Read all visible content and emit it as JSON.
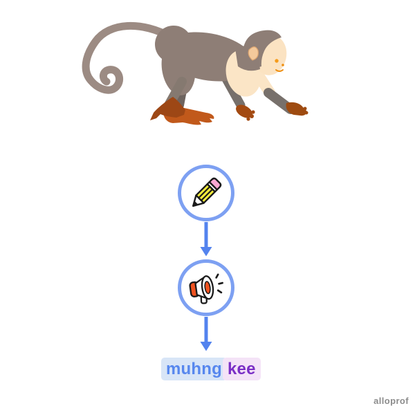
{
  "page": {
    "background": "#ffffff",
    "watermark": "alloprof"
  },
  "illustration": {
    "subject": "monkey",
    "colors": {
      "fur": "#8E7E76",
      "tail": "#9C8B83",
      "limb": "#77706B",
      "belly": "#FBE5C6",
      "face": "#FBE3C2",
      "ear": "#F3C99B",
      "feature_orange": "#F59C1C",
      "hand_foot_dark": "#9D4715",
      "foot_bright": "#C1591B"
    }
  },
  "flow": {
    "circle_border_color": "#7DA0F2",
    "arrow_color": "#5383EE",
    "steps": [
      {
        "icon": "pencil-icon",
        "pencil_body": "#F7EC3B",
        "pencil_eraser": "#F9A8D2",
        "outline": "#1a1a1a"
      },
      {
        "icon": "megaphone-icon",
        "accent": "#F0521F",
        "outline": "#1a1a1a"
      }
    ]
  },
  "pronunciation": {
    "syllables": [
      {
        "text": "muhng",
        "text_color": "#5787EE",
        "background": "#D8E5F7"
      },
      {
        "text": "kee",
        "text_color": "#7B2FC6",
        "background": "#F4E3F7"
      }
    ]
  }
}
